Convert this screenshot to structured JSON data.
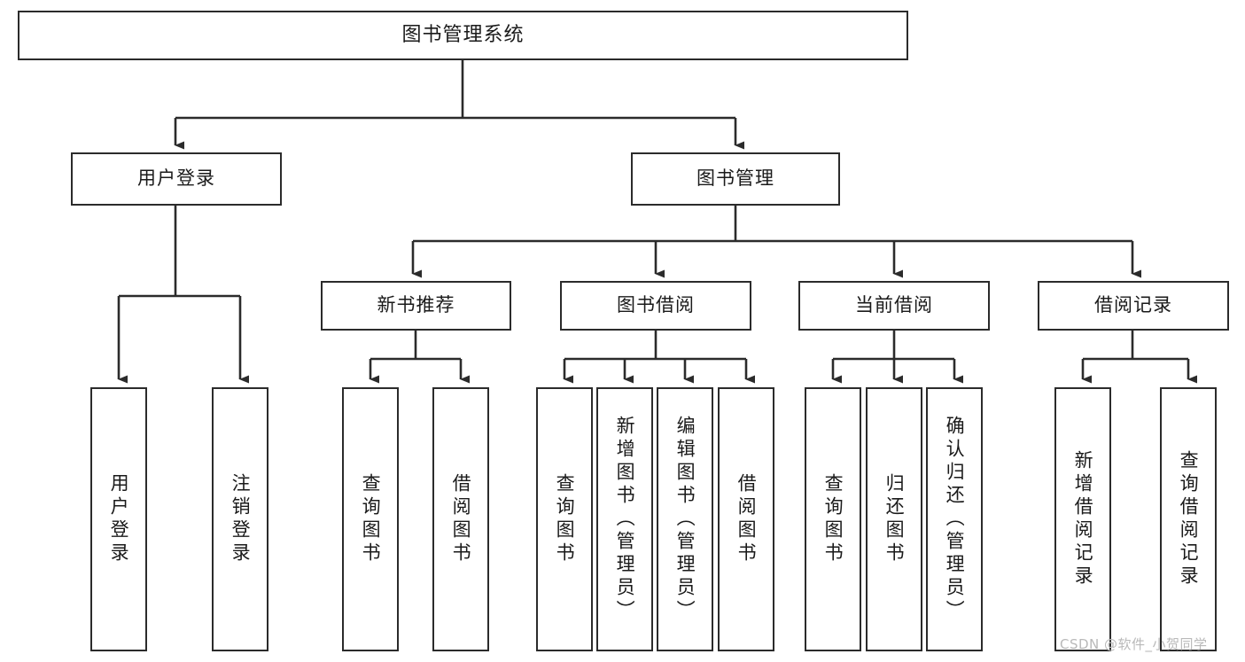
{
  "diagram": {
    "title": "图书管理系统",
    "type": "tree-structure-chart",
    "watermark": "CSDN @软件_小贺同学",
    "colors": {
      "box_border": "#2b2b2b",
      "box_fill": "#ffffff",
      "edge": "#2b2b2b",
      "text": "#1a1a1a",
      "watermark": "#b9b9b9",
      "background": "#ffffff"
    }
  },
  "nodes": {
    "root": {
      "label": "图书管理系统"
    },
    "level2": [
      {
        "label": "用户登录"
      },
      {
        "label": "图书管理"
      }
    ],
    "level3": [
      {
        "label": "新书推荐"
      },
      {
        "label": "图书借阅"
      },
      {
        "label": "当前借阅"
      },
      {
        "label": "借阅记录"
      }
    ],
    "leaves": [
      {
        "label": "用户登录",
        "parent": "用户登录"
      },
      {
        "label": "注销登录",
        "parent": "用户登录"
      },
      {
        "label": "查询图书",
        "parent": "新书推荐"
      },
      {
        "label": "借阅图书",
        "parent": "新书推荐"
      },
      {
        "label": "查询图书",
        "parent": "图书借阅"
      },
      {
        "label": "新增图书（管理员）",
        "parent": "图书借阅"
      },
      {
        "label": "编辑图书（管理员）",
        "parent": "图书借阅"
      },
      {
        "label": "借阅图书",
        "parent": "图书借阅"
      },
      {
        "label": "查询图书",
        "parent": "当前借阅"
      },
      {
        "label": "归还图书",
        "parent": "当前借阅"
      },
      {
        "label": "确认归还（管理员）",
        "parent": "当前借阅"
      },
      {
        "label": "新增借阅记录",
        "parent": "借阅记录"
      },
      {
        "label": "查询借阅记录",
        "parent": "借阅记录"
      }
    ]
  }
}
